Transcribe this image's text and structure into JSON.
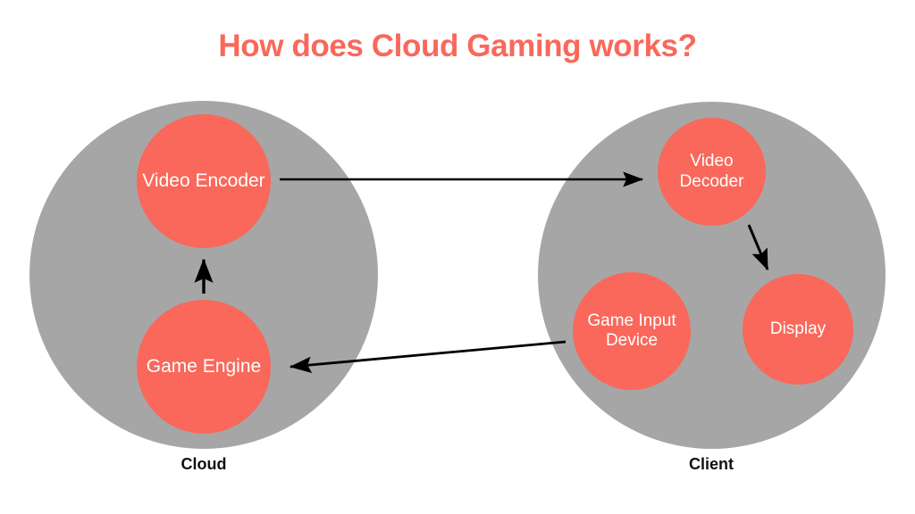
{
  "title": "How does Cloud Gaming works?",
  "colors": {
    "accent": "#f9685b",
    "group": "#a6a6a6",
    "background": "#ffffff",
    "arrow": "#000000",
    "node_text": "#ffffff",
    "group_label_text": "#111111"
  },
  "groups": {
    "cloud": {
      "label": "Cloud",
      "nodes": {
        "video_encoder": "Video Encoder",
        "game_engine": "Game Engine"
      }
    },
    "client": {
      "label": "Client",
      "nodes": {
        "video_decoder": "Video Decoder",
        "game_input_device": "Game Input Device",
        "display": "Display"
      }
    }
  },
  "connections": [
    {
      "name": "game-engine-to-video-encoder",
      "from": "Game Engine",
      "to": "Video Encoder"
    },
    {
      "name": "video-encoder-to-video-decoder",
      "from": "Video Encoder",
      "to": "Video Decoder"
    },
    {
      "name": "video-decoder-to-display",
      "from": "Video Decoder",
      "to": "Display"
    },
    {
      "name": "game-input-device-to-game-engine",
      "from": "Game Input Device",
      "to": "Game Engine"
    }
  ]
}
